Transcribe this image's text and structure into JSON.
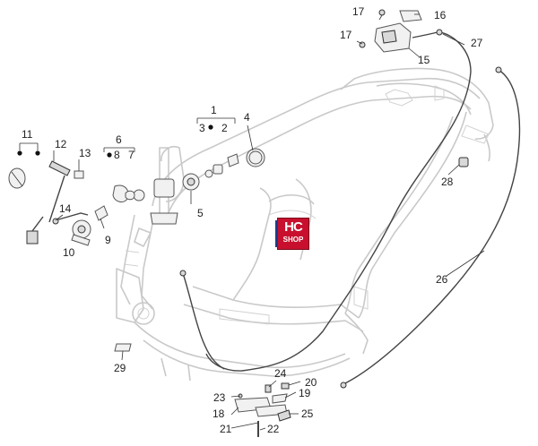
{
  "callouts": {
    "c1": "1",
    "c2": "2",
    "c3": "3",
    "c4": "4",
    "c5": "5",
    "c6": "6",
    "c7": "7",
    "c8": "8",
    "c9": "9",
    "c10": "10",
    "c11": "11",
    "c12": "12",
    "c13": "13",
    "c14": "14",
    "c15": "15",
    "c16": "16",
    "c17a": "17",
    "c17b": "17",
    "c18": "18",
    "c19": "19",
    "c20": "20",
    "c21": "21",
    "c22": "22",
    "c23": "23",
    "c24": "24",
    "c25": "25",
    "c26": "26",
    "c27": "27",
    "c28": "28",
    "c29": "29"
  },
  "logo": {
    "line1": "HC",
    "line2": "SHOP"
  },
  "colors": {
    "logo_red": "#c8102e",
    "logo_blue": "#1d3b8a",
    "frame_gray": "#c9c9c9"
  }
}
